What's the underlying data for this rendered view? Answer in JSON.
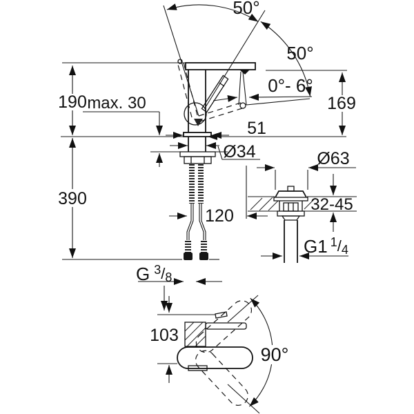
{
  "drawing": {
    "labels": {
      "handle_swing_top": "50°",
      "handle_swing_front": "50°",
      "spout_tilt_range": "0°- 6°",
      "height_to_top": "190",
      "max_deck_thickness": "max. 30",
      "spout_outlet_height": "169",
      "spout_reach": "51",
      "shank_diameter": "Ø34",
      "drain_flange_diameter": "Ø63",
      "drain_deck_thickness_range": "32-45",
      "below_deck_height": "390",
      "hose_offset": "120",
      "plan_depth": "103",
      "spout_swivel_range": "90°",
      "supply_thread": {
        "prefix": "G",
        "numerator": "3",
        "slash": "/",
        "denominator": "8"
      },
      "drain_thread": {
        "prefix": "G1",
        "numerator": "1",
        "slash": "/",
        "denominator": "4"
      }
    }
  }
}
